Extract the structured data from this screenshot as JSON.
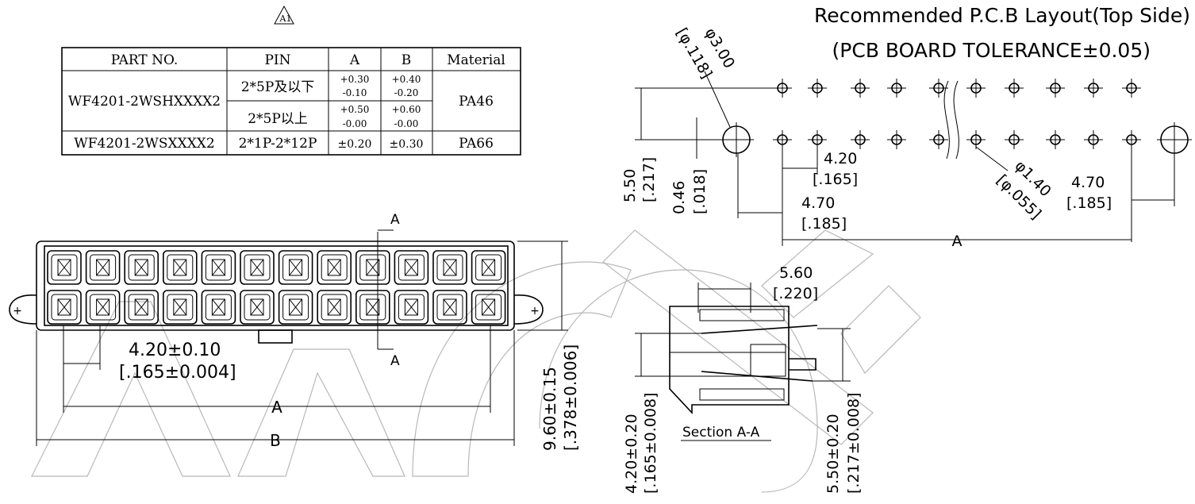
{
  "revision_mark": "A1",
  "table": {
    "headers": [
      "PART NO.",
      "PIN",
      "A",
      "B",
      "Material"
    ],
    "rows": [
      {
        "part_no": "WF4201-2WSHXXXX2",
        "pin": "2*5P及以下",
        "a_plus": "+0.30",
        "a_minus": "-0.10",
        "b_plus": "+0.40",
        "b_minus": "-0.20",
        "material": "PA46"
      },
      {
        "pin": "2*5P以上",
        "a_plus": "+0.50",
        "a_minus": "-0.00",
        "b_plus": "+0.60",
        "b_minus": "-0.00"
      },
      {
        "part_no": "WF4201-2WSXXXX2",
        "pin": "2*1P-2*12P",
        "a": "±0.20",
        "b": "±0.30",
        "material": "PA66"
      }
    ]
  },
  "pcb": {
    "title": "Recommended P.C.B Layout(Top Side)",
    "subtitle": "(PCB BOARD TOLERANCE±0.05)",
    "dim_hole_large": "φ3.00",
    "dim_hole_large_in": "[φ.118]",
    "dim_height": "5.50",
    "dim_height_in": "[.217]",
    "dim_offset": "0.46",
    "dim_offset_in": "[.018]",
    "dim_pitch": "4.20",
    "dim_pitch_in": "[.165]",
    "dim_left": "4.70",
    "dim_left_in": "[.185]",
    "dim_hole_small": "φ1.40",
    "dim_hole_small_in": "[φ.055]",
    "dim_right": "4.70",
    "dim_right_in": "[.185]",
    "dim_a": "A"
  },
  "front": {
    "pin_rows": 2,
    "pin_cols": 12,
    "dim_pitch": "4.20±0.10",
    "dim_pitch_in": "[.165±0.004]",
    "dim_a": "A",
    "dim_b": "B",
    "dim_height": "9.60±0.15",
    "dim_height_in": "[.378±0.006]",
    "section_marker": "A",
    "section_marker2": "A"
  },
  "section": {
    "label": "Section A-A",
    "dim_top": "5.60",
    "dim_top_in": "[.220]",
    "dim_left": "4.20±0.20",
    "dim_left_in": "[.165±0.008]",
    "dim_right": "5.50±0.20",
    "dim_right_in": "[.217±0.008]"
  },
  "colors": {
    "line": "#000000",
    "watermark": "#b8b8b8",
    "background": "#ffffff"
  }
}
